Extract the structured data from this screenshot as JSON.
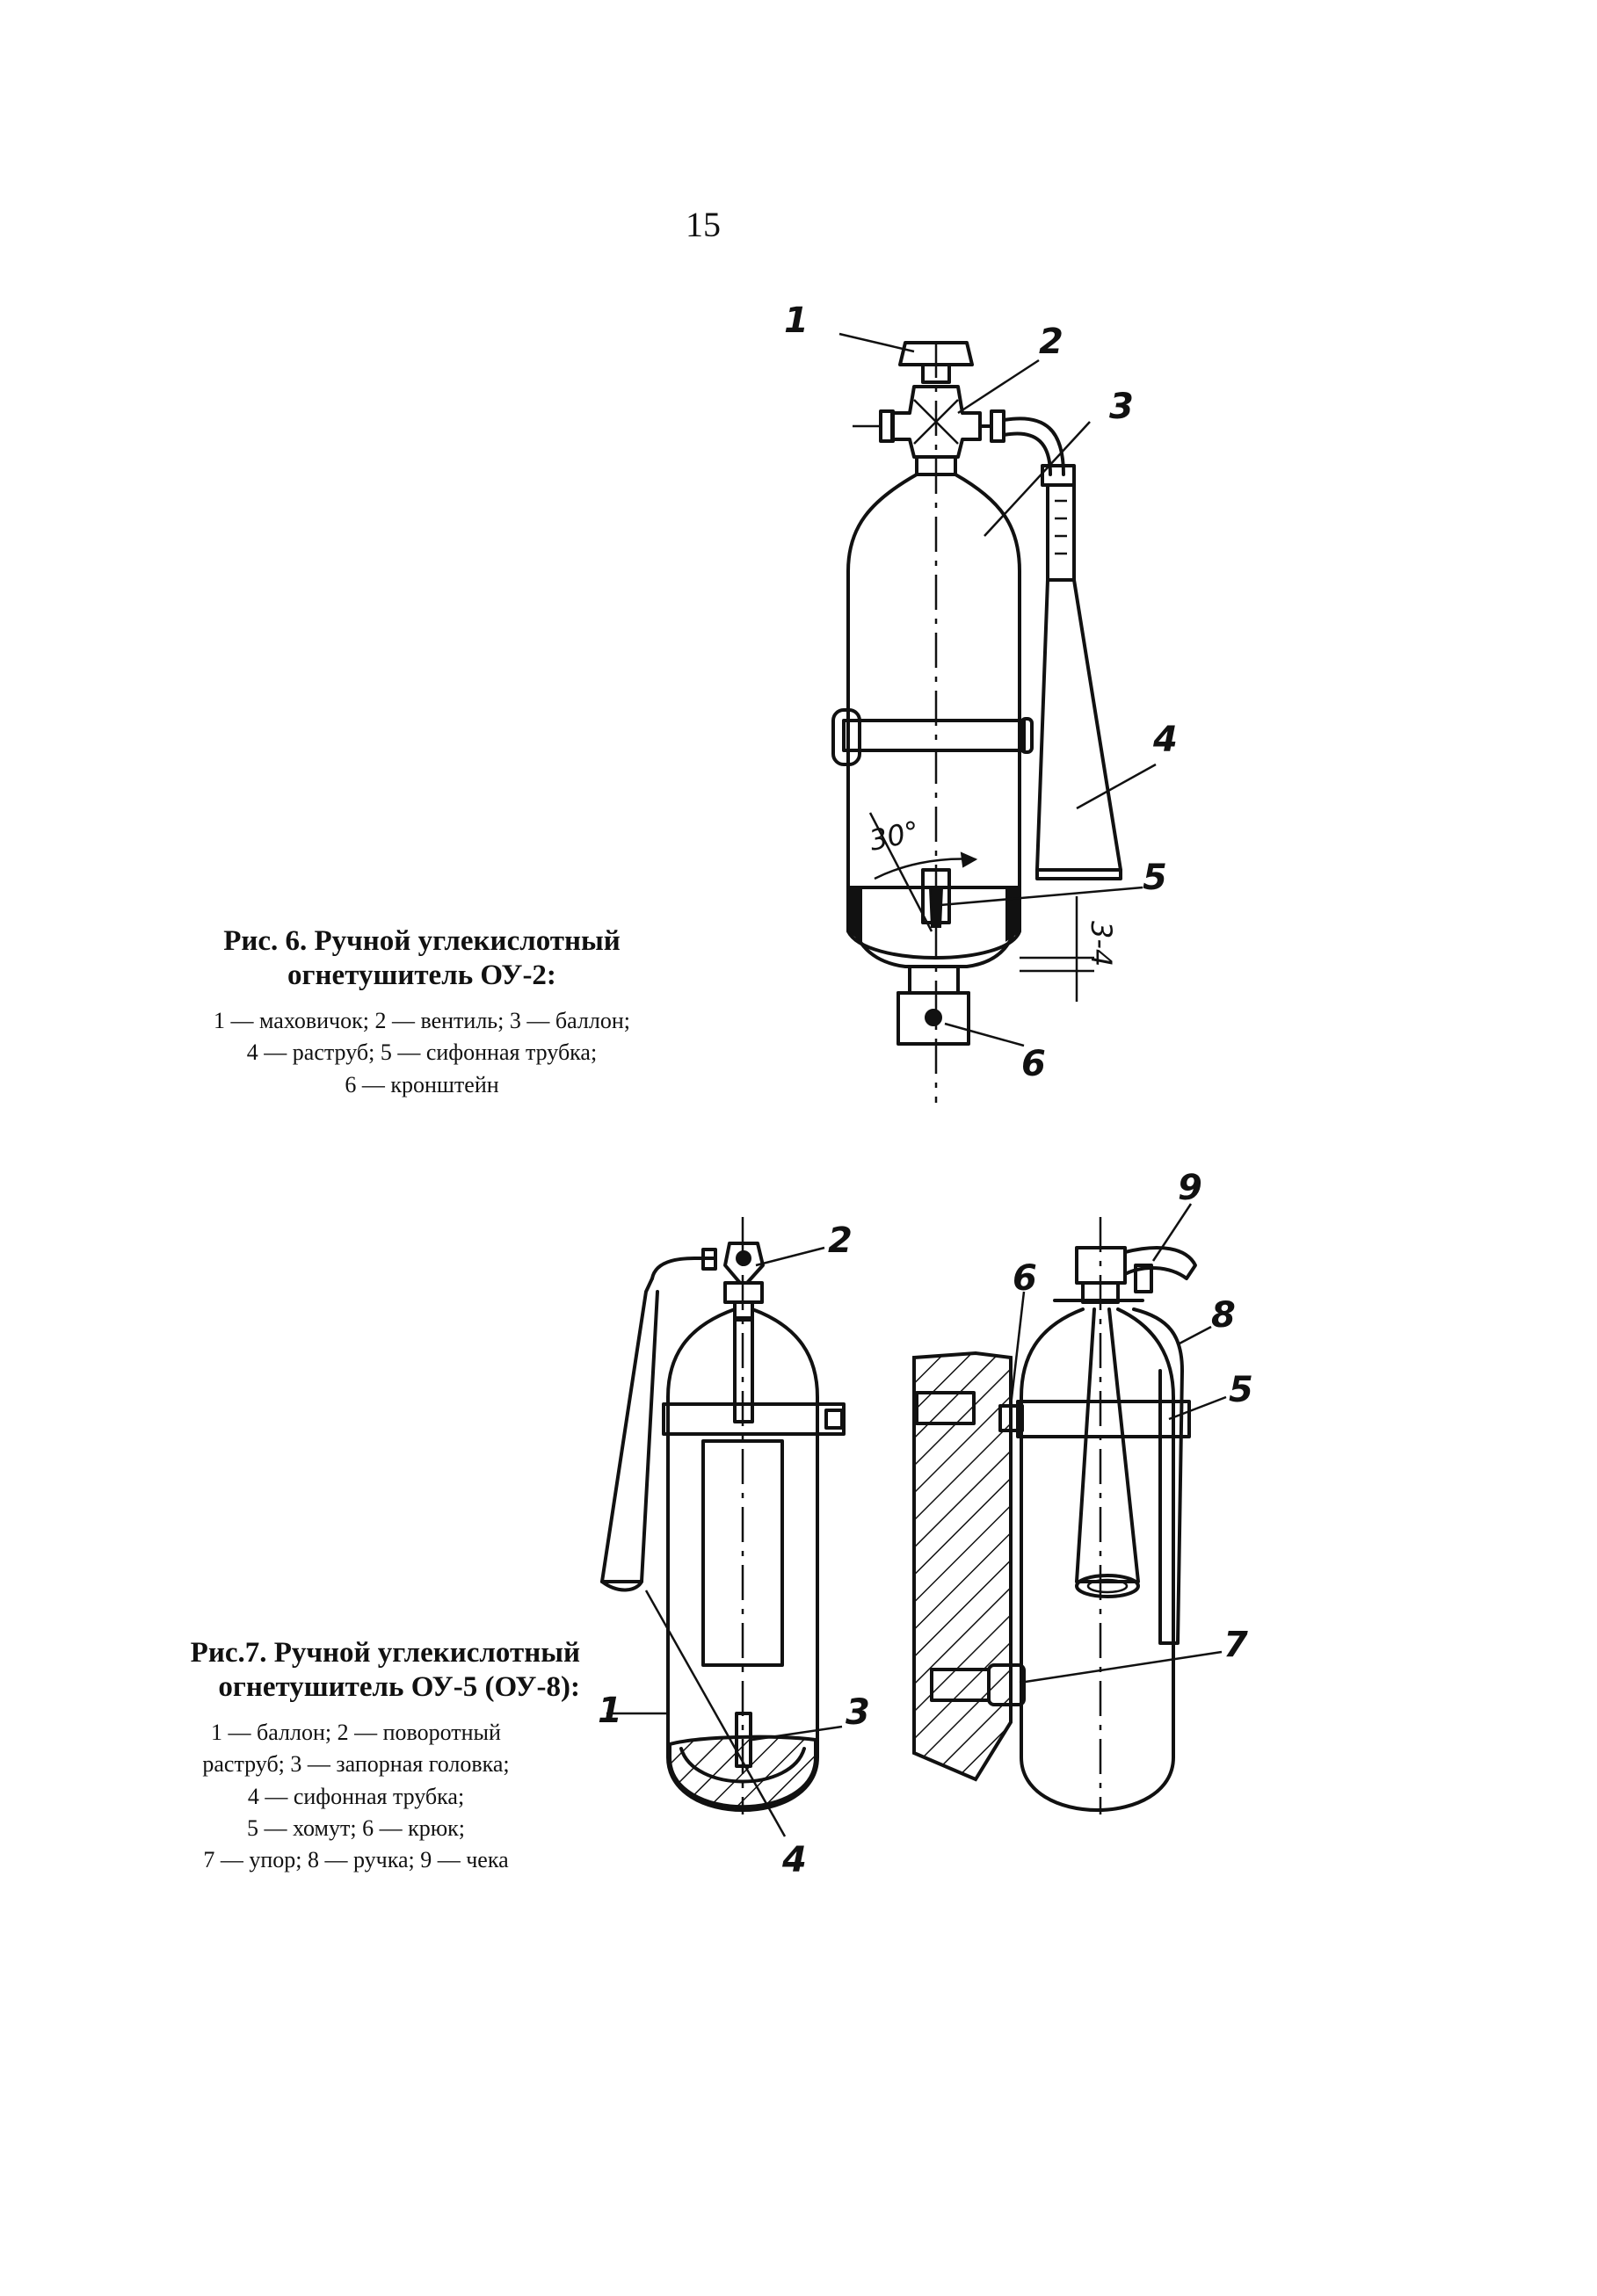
{
  "page_number": "15",
  "figure6": {
    "title_line1": "Рис. 6. Ручной углекислотный",
    "title_line2": "огнетушитель ОУ-2:",
    "legend_line1": "1 — маховичок; 2 — вентиль; 3 — баллон;",
    "legend_line2": "4 — раструб; 5 — сифонная трубка;",
    "legend_line3": "6 — кронштейн",
    "callouts": [
      "1",
      "2",
      "3",
      "4",
      "5",
      "6"
    ],
    "angle_label": "30°",
    "gap_label": "3-4"
  },
  "figure7": {
    "title_line1": "Рис.7. Ручной углекислотный",
    "title_line2": "огнетушитель ОУ-5 (ОУ-8):",
    "legend_line1": "1 — баллон; 2 — поворотный",
    "legend_line2": "раструб; 3 — запорная головка;",
    "legend_line3": "4 — сифонная трубка;",
    "legend_line4": "5 — хомут; 6 — крюк;",
    "legend_line5": "7 — упор; 8 — ручка; 9 — чека",
    "callouts": [
      "1",
      "2",
      "3",
      "4",
      "5",
      "6",
      "7",
      "8",
      "9"
    ]
  }
}
